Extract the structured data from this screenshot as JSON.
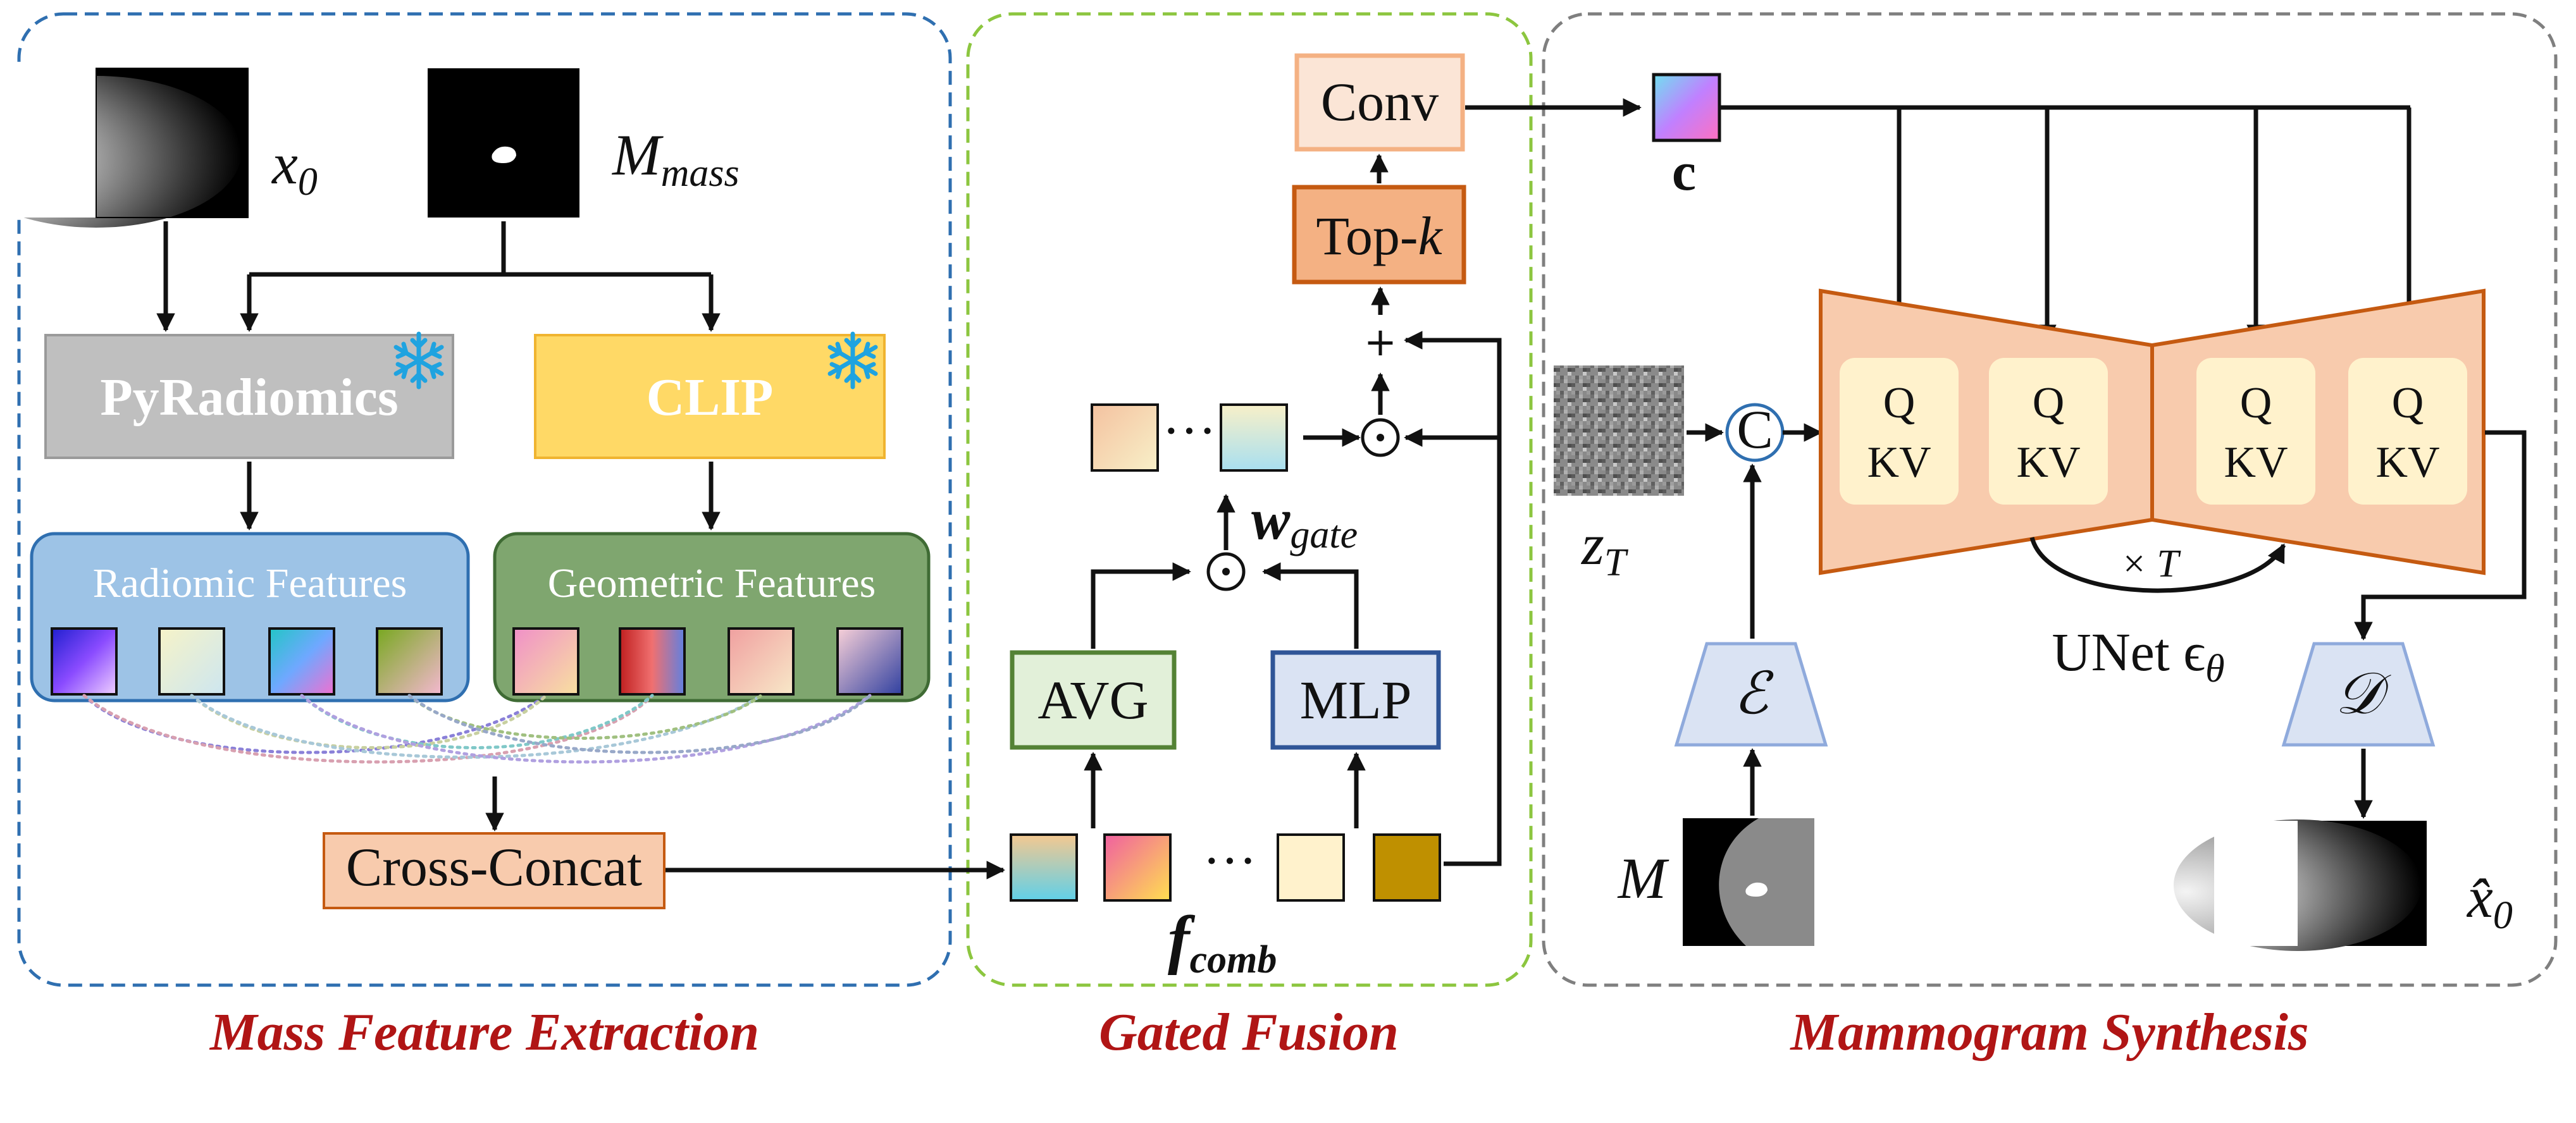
{
  "sections": {
    "mass_feature_extraction": "Mass Feature Extraction",
    "gated_fusion": "Gated Fusion",
    "mammogram_synthesis": "Mammogram Synthesis"
  },
  "inputs": {
    "x0_symbol": "x",
    "x0_sub": "0",
    "mask_symbol": "M",
    "mask_sub": "mass"
  },
  "encoders": {
    "pyradiomics": "PyRadiomics",
    "clip": "CLIP",
    "frozen_icon": "snowflake-icon"
  },
  "features": {
    "radiomic": "Radiomic Features",
    "geometric": "Geometric Features",
    "cross_concat": "Cross-Concat"
  },
  "fusion": {
    "avg": "AVG",
    "mlp": "MLP",
    "hadamard": "⊙",
    "plus": "+",
    "ellipsis": "···",
    "w_gate_symbol": "w",
    "w_gate_sub": "gate",
    "f_comb_symbol": "f",
    "f_comb_sub": "comb",
    "topk_prefix": "Top-",
    "topk_k": "k",
    "conv": "Conv"
  },
  "synthesis": {
    "condition": "c",
    "zt_symbol": "z",
    "zt_sub": "T",
    "concat": "C",
    "q": "Q",
    "kv": "KV",
    "times_t": "× T",
    "unet_label": "UNet ϵ",
    "unet_sub": "θ",
    "encoder_symbol": "ℰ",
    "decoder_symbol": "𝒟",
    "m_symbol": "M",
    "xhat_symbol": "x̂",
    "xhat_sub": "0"
  },
  "colors": {
    "section_title": "#b01515",
    "panel1_border": "#2f6fb0",
    "panel2_border": "#8cc63f",
    "panel3_border": "#7f7f7f",
    "pyradiomics_fill": "#bfbfbf",
    "clip_fill": "#ffd966",
    "radiomic_fill": "#9dc3e6",
    "geometric_fill": "#7fa66f",
    "cross_concat_fill": "#f8cbad",
    "conv_fill": "#fbe5d6",
    "topk_fill": "#f4b183",
    "avg_border": "#548235",
    "mlp_border": "#2f5597",
    "unet_fill": "#f8cbad",
    "qkv_fill": "#fff2cc",
    "enc_dec_fill": "#dae3f3",
    "snowflake": "#1fa3e0"
  }
}
